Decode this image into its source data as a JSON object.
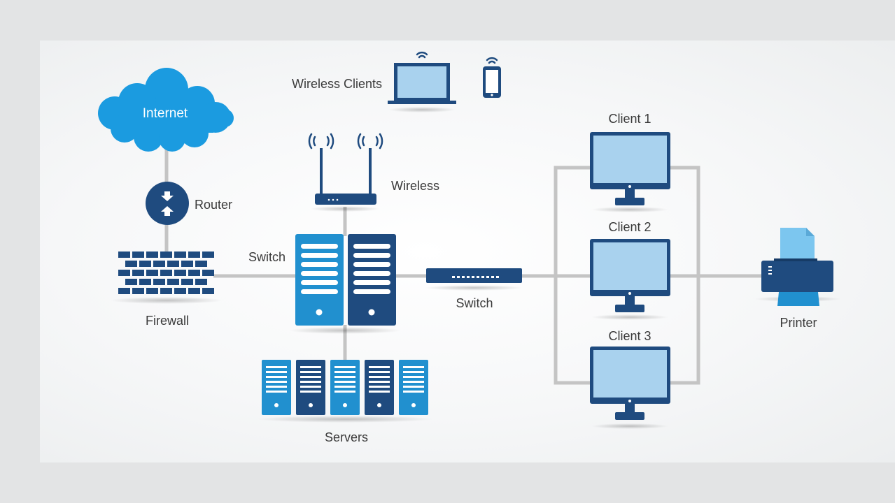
{
  "labels": {
    "internet": "Internet",
    "router": "Router",
    "firewall": "Firewall",
    "wireless_clients": "Wireless Clients",
    "wireless": "Wireless",
    "switch_main": "Switch",
    "switch_small": "Switch",
    "servers": "Servers",
    "client1": "Client 1",
    "client2": "Client 2",
    "client3": "Client 3",
    "printer": "Printer"
  },
  "colors": {
    "navy": "#1f4b7f",
    "blue": "#2190cf",
    "cloud": "#1b9be0",
    "screen": "#a9d2ee",
    "paper": "#7cc6ef",
    "line": "#c4c4c4"
  },
  "icons": [
    "cloud-icon",
    "router-icon",
    "firewall-icon",
    "laptop-icon",
    "phone-icon",
    "wireless-router-icon",
    "server-icon",
    "switch-icon",
    "monitor-icon",
    "printer-icon"
  ]
}
